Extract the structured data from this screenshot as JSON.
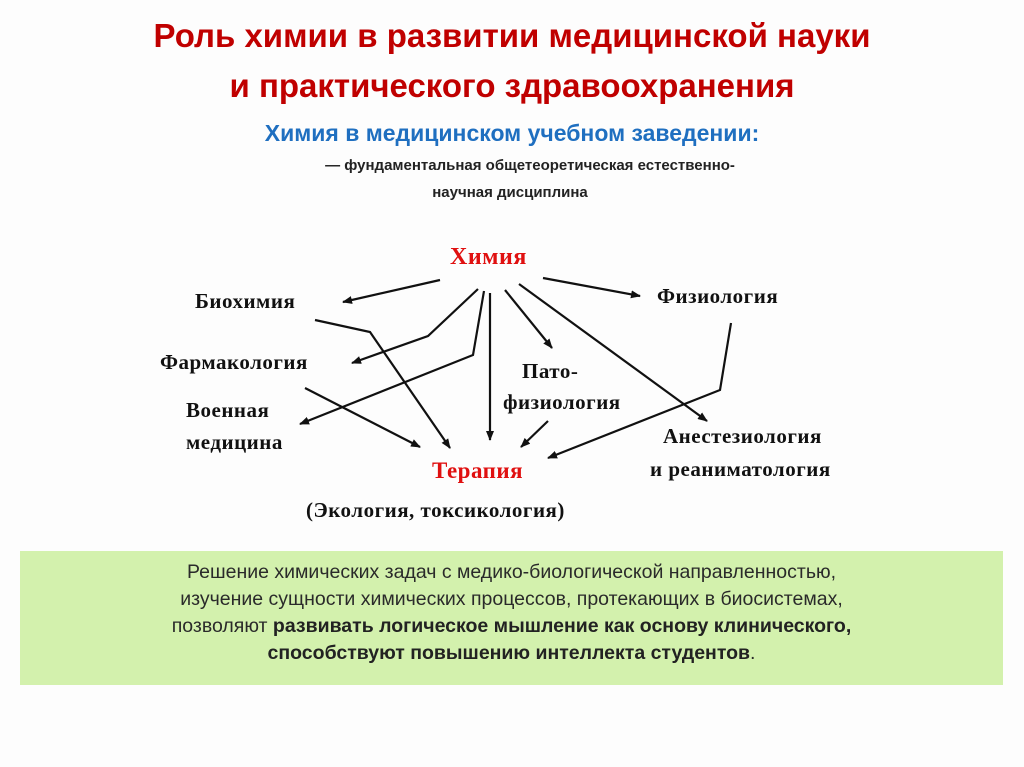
{
  "title": {
    "line1": "Роль химии в развитии медицинской науки",
    "line2": "и практического здравоохранения"
  },
  "subtitle": "Химия в медицинском учебном заведении:",
  "definition": {
    "line1": "— фундаментальная общетеоретическая естественно-",
    "line2": "научная дисциплина"
  },
  "diagram": {
    "center": "Химия",
    "target": "Терапия",
    "target_note": "(Экология,  токсикология)",
    "nodes": {
      "biochemistry": "Биохимия",
      "physiology": "Физиология",
      "pharmacology": "Фармакология",
      "military_1": "Военная",
      "military_2": "медицина",
      "patho_1": "Пато-",
      "patho_2": "физиология",
      "anesth_1": "Анестезиология",
      "anesth_2": "и  реаниматология"
    },
    "colors": {
      "center": "#e01010",
      "target": "#e01010",
      "nodes": "#111111",
      "arrows": "#111111"
    }
  },
  "summary": {
    "line1": "Решение химических задач с медико-биологической направленностью,",
    "line2": "изучение сущности химических процессов, протекающих в биосистемах,",
    "line3_normal": "позволяют ",
    "line3_bold": "развивать логическое мышление как основу клинического,",
    "line4_bold": "способствуют повышению интеллекта студентов",
    "line4_end": ".",
    "background": "#d3f1ad"
  },
  "colors": {
    "title": "#c00000",
    "subtitle": "#1f6fc0"
  }
}
